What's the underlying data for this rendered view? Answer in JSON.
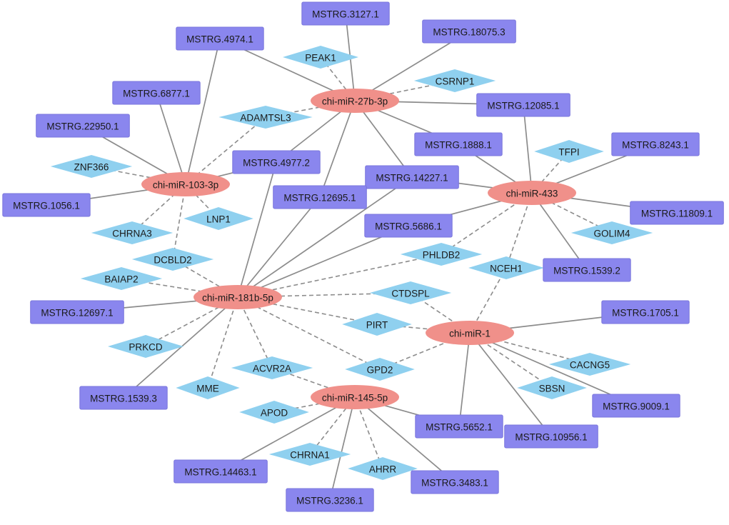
{
  "colors": {
    "mirna_fill": "#f0908a",
    "mrna_fill": "#8a86ee",
    "mrna_stroke": "#7a76dc",
    "gene_fill": "#8fd0ef",
    "solid_edge": "#8c8c8c",
    "dashed_edge": "#8c8c8c",
    "background": "#ffffff"
  },
  "legend_types": {
    "mirna": "ellipse",
    "lncrna": "rectangle",
    "mrna": "diamond"
  },
  "nodes": [
    {
      "id": "m27b",
      "type": "mirna",
      "label": "chi-miR-27b-3p"
    },
    {
      "id": "m103",
      "type": "mirna",
      "label": "chi-miR-103-3p"
    },
    {
      "id": "m433",
      "type": "mirna",
      "label": "chi-miR-433"
    },
    {
      "id": "m181b",
      "type": "mirna",
      "label": "chi-miR-181b-5p"
    },
    {
      "id": "m1",
      "type": "mirna",
      "label": "chi-miR-1"
    },
    {
      "id": "m145",
      "type": "mirna",
      "label": "chi-miR-145-5p"
    },
    {
      "id": "r3127",
      "type": "lncrna",
      "label": "MSTRG.3127.1"
    },
    {
      "id": "r18075",
      "type": "lncrna",
      "label": "MSTRG.18075.3"
    },
    {
      "id": "r4974",
      "type": "lncrna",
      "label": "MSTRG.4974.1"
    },
    {
      "id": "r6877",
      "type": "lncrna",
      "label": "MSTRG.6877.1"
    },
    {
      "id": "r22950",
      "type": "lncrna",
      "label": "MSTRG.22950.1"
    },
    {
      "id": "r12085",
      "type": "lncrna",
      "label": "MSTRG.12085.1"
    },
    {
      "id": "r1888",
      "type": "lncrna",
      "label": "MSTRG.1888.1"
    },
    {
      "id": "r8243",
      "type": "lncrna",
      "label": "MSTRG.8243.1"
    },
    {
      "id": "r4977",
      "type": "lncrna",
      "label": "MSTRG.4977.2"
    },
    {
      "id": "r14227",
      "type": "lncrna",
      "label": "MSTRG.14227.1"
    },
    {
      "id": "r12695",
      "type": "lncrna",
      "label": "MSTRG.12695.1"
    },
    {
      "id": "r1056",
      "type": "lncrna",
      "label": "MSTRG.1056.1"
    },
    {
      "id": "r11809",
      "type": "lncrna",
      "label": "MSTRG.11809.1"
    },
    {
      "id": "r5686",
      "type": "lncrna",
      "label": "MSTRG.5686.1"
    },
    {
      "id": "r1539_2",
      "type": "lncrna",
      "label": "MSTRG.1539.2"
    },
    {
      "id": "r12697",
      "type": "lncrna",
      "label": "MSTRG.12697.1"
    },
    {
      "id": "r1705",
      "type": "lncrna",
      "label": "MSTRG.1705.1"
    },
    {
      "id": "r1539_3",
      "type": "lncrna",
      "label": "MSTRG.1539.3"
    },
    {
      "id": "r9009",
      "type": "lncrna",
      "label": "MSTRG.9009.1"
    },
    {
      "id": "r5652",
      "type": "lncrna",
      "label": "MSTRG.5652.1"
    },
    {
      "id": "r10956",
      "type": "lncrna",
      "label": "MSTRG.10956.1"
    },
    {
      "id": "r14463",
      "type": "lncrna",
      "label": "MSTRG.14463.1"
    },
    {
      "id": "r3483",
      "type": "lncrna",
      "label": "MSTRG.3483.1"
    },
    {
      "id": "r3236",
      "type": "lncrna",
      "label": "MSTRG.3236.1"
    },
    {
      "id": "gPEAK1",
      "type": "mrna",
      "label": "PEAK1"
    },
    {
      "id": "gCSRNP1",
      "type": "mrna",
      "label": "CSRNP1"
    },
    {
      "id": "gADAMTSL3",
      "type": "mrna",
      "label": "ADAMTSL3"
    },
    {
      "id": "gTFPI",
      "type": "mrna",
      "label": "TFPI"
    },
    {
      "id": "gZNF366",
      "type": "mrna",
      "label": "ZNF366"
    },
    {
      "id": "gLNP1",
      "type": "mrna",
      "label": "LNP1"
    },
    {
      "id": "gCHRNA3",
      "type": "mrna",
      "label": "CHRNA3"
    },
    {
      "id": "gGOLIM4",
      "type": "mrna",
      "label": "GOLIM4"
    },
    {
      "id": "gDCBLD2",
      "type": "mrna",
      "label": "DCBLD2"
    },
    {
      "id": "gPHLDB2",
      "type": "mrna",
      "label": "PHLDB2"
    },
    {
      "id": "gNCEH1",
      "type": "mrna",
      "label": "NCEH1"
    },
    {
      "id": "gBAIAP2",
      "type": "mrna",
      "label": "BAIAP2"
    },
    {
      "id": "gCTDSPL",
      "type": "mrna",
      "label": "CTDSPL"
    },
    {
      "id": "gPIRT",
      "type": "mrna",
      "label": "PIRT"
    },
    {
      "id": "gPRKCD",
      "type": "mrna",
      "label": "PRKCD"
    },
    {
      "id": "gCACNG5",
      "type": "mrna",
      "label": "CACNG5"
    },
    {
      "id": "gACVR2A",
      "type": "mrna",
      "label": "ACVR2A"
    },
    {
      "id": "gGPD2",
      "type": "mrna",
      "label": "GPD2"
    },
    {
      "id": "gSBSN",
      "type": "mrna",
      "label": "SBSN"
    },
    {
      "id": "gMME",
      "type": "mrna",
      "label": "MME"
    },
    {
      "id": "gAPOD",
      "type": "mrna",
      "label": "APOD"
    },
    {
      "id": "gCHRNA1",
      "type": "mrna",
      "label": "CHRNA1"
    },
    {
      "id": "gAHRR",
      "type": "mrna",
      "label": "AHRR"
    }
  ],
  "edges": [
    [
      "m27b",
      "r3127",
      "solid"
    ],
    [
      "m27b",
      "r18075",
      "solid"
    ],
    [
      "m27b",
      "r4974",
      "solid"
    ],
    [
      "m27b",
      "r12085",
      "solid"
    ],
    [
      "m27b",
      "r1888",
      "solid"
    ],
    [
      "m27b",
      "r14227",
      "solid"
    ],
    [
      "m27b",
      "r12695",
      "solid"
    ],
    [
      "m27b",
      "r4977",
      "solid"
    ],
    [
      "m27b",
      "gPEAK1",
      "dashed"
    ],
    [
      "m27b",
      "gCSRNP1",
      "dashed"
    ],
    [
      "m27b",
      "gADAMTSL3",
      "dashed"
    ],
    [
      "m103",
      "r4974",
      "solid"
    ],
    [
      "m103",
      "r6877",
      "solid"
    ],
    [
      "m103",
      "r22950",
      "solid"
    ],
    [
      "m103",
      "r1056",
      "solid"
    ],
    [
      "m103",
      "r4977",
      "solid"
    ],
    [
      "m103",
      "gZNF366",
      "dashed"
    ],
    [
      "m103",
      "gLNP1",
      "dashed"
    ],
    [
      "m103",
      "gCHRNA3",
      "dashed"
    ],
    [
      "m103",
      "gDCBLD2",
      "dashed"
    ],
    [
      "m103",
      "gADAMTSL3",
      "dashed"
    ],
    [
      "m433",
      "r12085",
      "solid"
    ],
    [
      "m433",
      "r8243",
      "solid"
    ],
    [
      "m433",
      "r11809",
      "solid"
    ],
    [
      "m433",
      "r1539_2",
      "solid"
    ],
    [
      "m433",
      "r14227",
      "solid"
    ],
    [
      "m433",
      "r1888",
      "solid"
    ],
    [
      "m433",
      "r5686",
      "solid"
    ],
    [
      "m433",
      "gTFPI",
      "dashed"
    ],
    [
      "m433",
      "gGOLIM4",
      "dashed"
    ],
    [
      "m433",
      "gNCEH1",
      "dashed"
    ],
    [
      "m433",
      "gPHLDB2",
      "dashed"
    ],
    [
      "m181b",
      "r4977",
      "solid"
    ],
    [
      "m181b",
      "r12695",
      "solid"
    ],
    [
      "m181b",
      "r14227",
      "solid"
    ],
    [
      "m181b",
      "r5686",
      "solid"
    ],
    [
      "m181b",
      "r12697",
      "solid"
    ],
    [
      "m181b",
      "r1539_3",
      "solid"
    ],
    [
      "m181b",
      "gDCBLD2",
      "dashed"
    ],
    [
      "m181b",
      "gBAIAP2",
      "dashed"
    ],
    [
      "m181b",
      "gPRKCD",
      "dashed"
    ],
    [
      "m181b",
      "gMME",
      "dashed"
    ],
    [
      "m181b",
      "gACVR2A",
      "dashed"
    ],
    [
      "m181b",
      "gPHLDB2",
      "dashed"
    ],
    [
      "m181b",
      "gCTDSPL",
      "dashed"
    ],
    [
      "m181b",
      "gPIRT",
      "dashed"
    ],
    [
      "m181b",
      "gGPD2",
      "dashed"
    ],
    [
      "m1",
      "r1705",
      "solid"
    ],
    [
      "m1",
      "r9009",
      "solid"
    ],
    [
      "m1",
      "r10956",
      "solid"
    ],
    [
      "m1",
      "r5652",
      "solid"
    ],
    [
      "m1",
      "gNCEH1",
      "dashed"
    ],
    [
      "m1",
      "gCTDSPL",
      "dashed"
    ],
    [
      "m1",
      "gPIRT",
      "dashed"
    ],
    [
      "m1",
      "gCACNG5",
      "dashed"
    ],
    [
      "m1",
      "gSBSN",
      "dashed"
    ],
    [
      "m1",
      "gGPD2",
      "dashed"
    ],
    [
      "m145",
      "r5652",
      "solid"
    ],
    [
      "m145",
      "r14463",
      "solid"
    ],
    [
      "m145",
      "r3236",
      "solid"
    ],
    [
      "m145",
      "r3483",
      "solid"
    ],
    [
      "m145",
      "gAPOD",
      "dashed"
    ],
    [
      "m145",
      "gCHRNA1",
      "dashed"
    ],
    [
      "m145",
      "gAHRR",
      "dashed"
    ],
    [
      "m145",
      "gACVR2A",
      "dashed"
    ]
  ]
}
